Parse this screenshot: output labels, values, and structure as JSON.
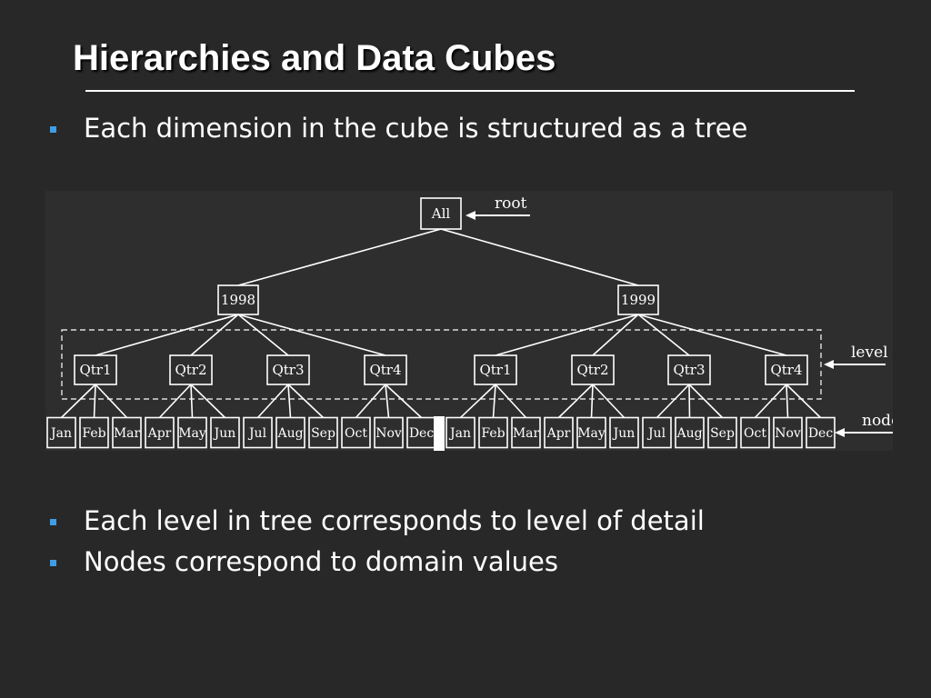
{
  "slide": {
    "title": "Hierarchies and Data Cubes",
    "bullets": [
      "Each dimension in the cube is structured as a tree",
      "Each level in tree corresponds to level of detail",
      "Nodes correspond to domain values"
    ]
  },
  "tree": {
    "root": "All",
    "years": [
      {
        "label": "1998",
        "quarters": [
          {
            "label": "Qtr1",
            "months": [
              "Jan",
              "Feb",
              "Mar"
            ]
          },
          {
            "label": "Qtr2",
            "months": [
              "Apr",
              "May",
              "Jun"
            ]
          },
          {
            "label": "Qtr3",
            "months": [
              "Jul",
              "Aug",
              "Sep"
            ]
          },
          {
            "label": "Qtr4",
            "months": [
              "Oct",
              "Nov",
              "Dec"
            ]
          }
        ]
      },
      {
        "label": "1999",
        "quarters": [
          {
            "label": "Qtr1",
            "months": [
              "Jan",
              "Feb",
              "Mar"
            ]
          },
          {
            "label": "Qtr2",
            "months": [
              "Apr",
              "May",
              "Jun"
            ]
          },
          {
            "label": "Qtr3",
            "months": [
              "Jul",
              "Aug",
              "Sep"
            ]
          },
          {
            "label": "Qtr4",
            "months": [
              "Oct",
              "Nov",
              "Dec"
            ]
          }
        ]
      }
    ],
    "annotations": {
      "root": "root",
      "level": "level",
      "node": "node"
    }
  },
  "colors": {
    "background": "#282828",
    "diagram_background": "#2e2e2e",
    "text": "#ffffff",
    "bullet_marker": "#3f9ee5"
  }
}
